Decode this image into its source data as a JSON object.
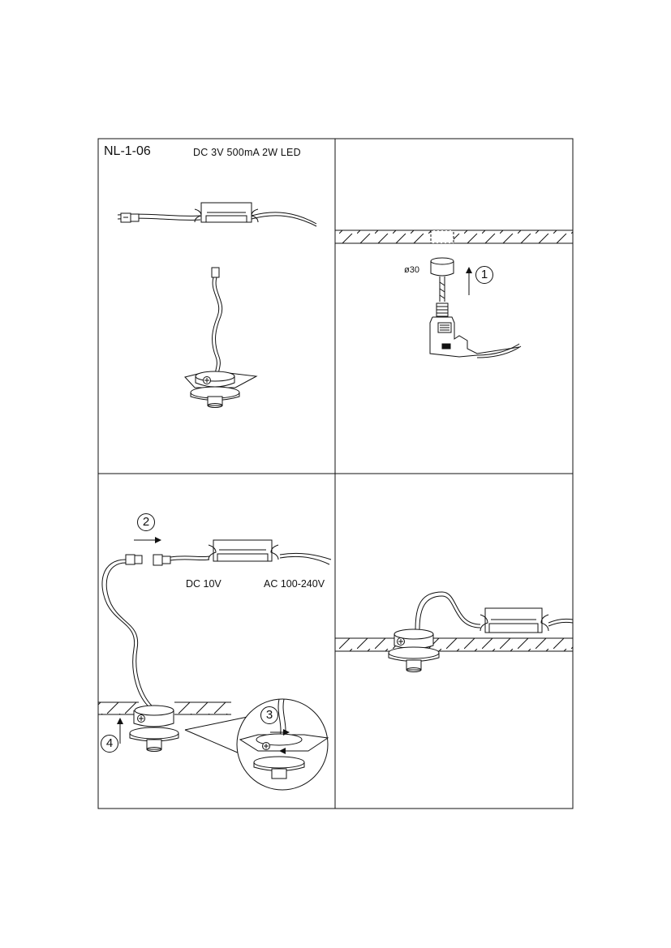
{
  "sheet": {
    "model": "NL-1-06",
    "spec": "DC 3V  500mA  2W  LED",
    "hole_diameter": "ø30",
    "driver_output": "DC 10V",
    "driver_input": "AC 100-240V",
    "steps": [
      "1",
      "2",
      "3",
      "4"
    ]
  },
  "colors": {
    "line": "#111111",
    "background": "#ffffff"
  },
  "icons": [
    "led-driver-icon",
    "connector-plug-icon",
    "downlight-fixture-icon",
    "hole-saw-icon",
    "ceiling-hatch-icon",
    "arrow-icon",
    "magnifier-circle-icon"
  ]
}
